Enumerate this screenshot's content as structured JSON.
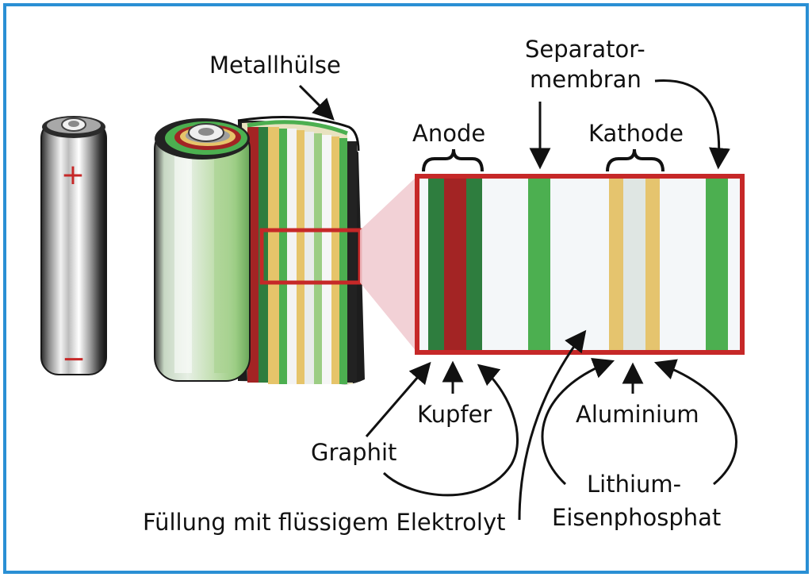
{
  "labels": {
    "metallhuelse": "Metallhülse",
    "separator_line1": "Separator-",
    "separator_line2": "membran",
    "anode": "Anode",
    "kathode": "Kathode",
    "kupfer": "Kupfer",
    "graphit": "Graphit",
    "aluminium": "Aluminium",
    "lithium_line1": "Lithium-",
    "lithium_line2": "Eisenphosphat",
    "fuellung": "Füllung mit flüssigem Elektrolyt"
  },
  "battery": {
    "plus_sign": "+",
    "minus_sign": "−"
  },
  "colors": {
    "frame": "#2a8fd4",
    "zoom_box": "#c62828",
    "graphite": "#2e7d3e",
    "copper": "#a32424",
    "separator": "#4caf50",
    "aluminium": "#dfe6e3",
    "lithium_iron_phosphate": "#e5c46e"
  }
}
